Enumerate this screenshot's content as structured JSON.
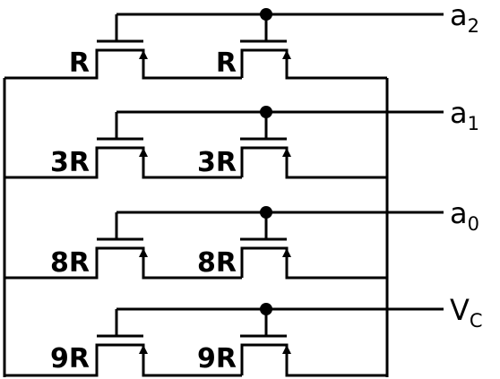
{
  "circuit": {
    "stages": [
      {
        "port": "a",
        "port_sub": "2",
        "left_label": "R",
        "right_label": "R"
      },
      {
        "port": "a",
        "port_sub": "1",
        "left_label": "3R",
        "right_label": "3R"
      },
      {
        "port": "a",
        "port_sub": "0",
        "left_label": "8R",
        "right_label": "8R"
      },
      {
        "port": "V",
        "port_sub": "C",
        "left_label": "9R",
        "right_label": "9R"
      }
    ]
  }
}
